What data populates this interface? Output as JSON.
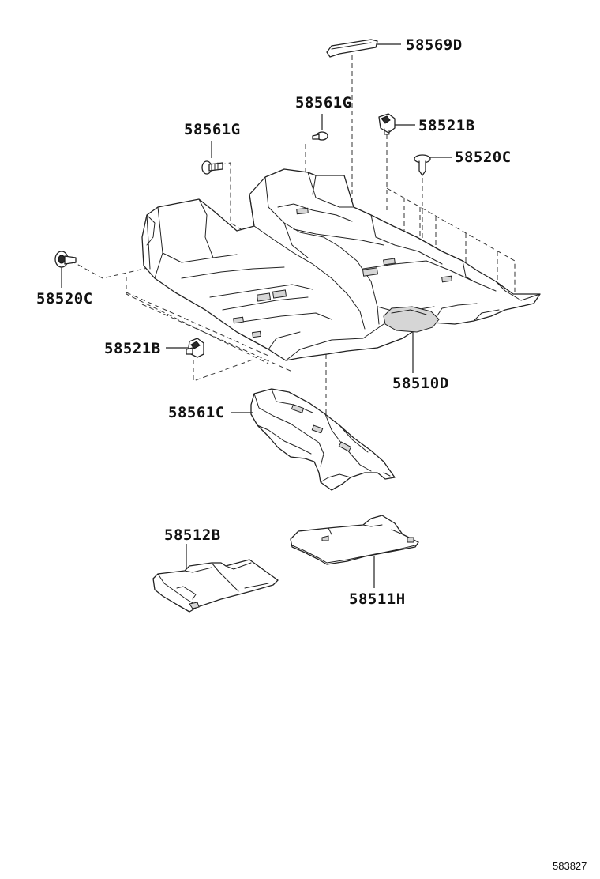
{
  "parts": {
    "carpet_main": "58510D",
    "front_floor_carpet": "58511H",
    "rear_floor_carpet": "58512B",
    "rear_carpet_center": "58561C",
    "screw_left": "58561G",
    "screw_center": "58561G",
    "clip_upper": "58521B",
    "clip_lower": "58521B",
    "clip_right": "58520C",
    "clip_left": "58520C",
    "cover_top": "58569D"
  },
  "ref_number": "583827"
}
